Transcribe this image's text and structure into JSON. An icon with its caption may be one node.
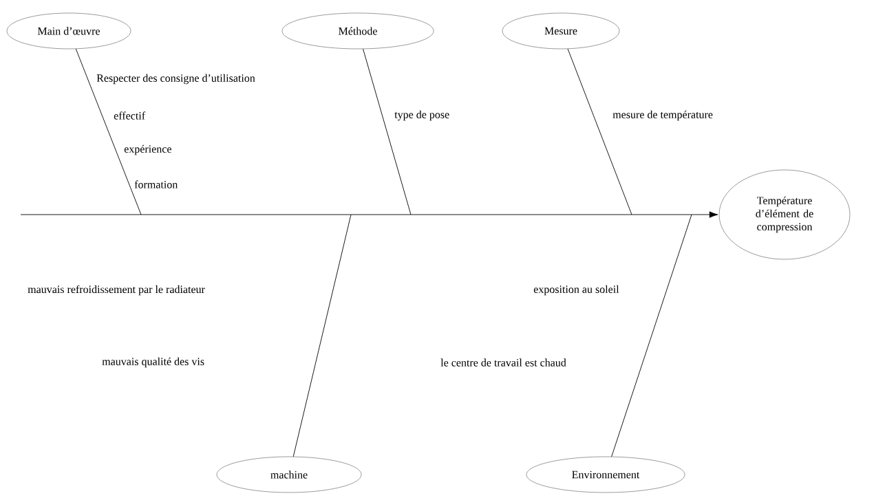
{
  "diagram": {
    "nodes": [
      {
        "text": [
          "Main d’œuvre"
        ]
      },
      {
        "text": [
          "Méthode"
        ]
      },
      {
        "text": [
          "Mesure"
        ]
      },
      {
        "text": [
          "machine"
        ]
      },
      {
        "text": [
          "Environnement"
        ]
      },
      {
        "text": [
          "Température d’élément de compression"
        ]
      }
    ],
    "edges": [
      {
        "from": null,
        "to": 5,
        "arrow": "to"
      },
      {
        "from": 0,
        "to": null,
        "arrow": "none"
      },
      {
        "from": 1,
        "to": null,
        "arrow": "none"
      },
      {
        "from": 2,
        "to": null,
        "arrow": "none"
      },
      {
        "from": 3,
        "to": null,
        "arrow": "none"
      },
      {
        "from": 4,
        "to": null,
        "arrow": "none"
      }
    ],
    "labels": [
      "Respecter des consigne d’utilisation",
      "effectif",
      "type de pose",
      "mesure de température",
      "expérience",
      "formation",
      "mauvais refroidissement par le radiateur",
      "exposition au soleil",
      "mauvais qualité des vis",
      "le centre de travail est chaud"
    ]
  }
}
